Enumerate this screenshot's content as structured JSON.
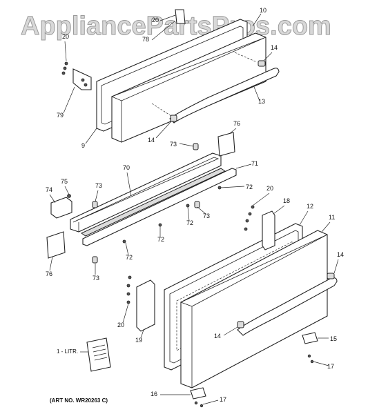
{
  "watermark": "AppliancePartsPros.com",
  "art_number": "(ART NO. WR20263 C)",
  "manual_label": "1 - LITR.",
  "callouts": {
    "c20a": "20",
    "c78": "78",
    "c10": "10",
    "c20b": "20",
    "c14a": "14",
    "c79": "79",
    "c13": "13",
    "c9": "9",
    "c14b": "14",
    "c76a": "76",
    "c73a": "73",
    "c71": "71",
    "c70": "70",
    "c74": "74",
    "c75": "75",
    "c73b": "73",
    "c72a": "72",
    "c20c": "20",
    "c18": "18",
    "c12": "12",
    "c11": "11",
    "c72b": "72",
    "c73c": "73",
    "c72c": "72",
    "c72d": "72",
    "c76b": "76",
    "c73d": "73",
    "c14c": "14",
    "c20d": "20",
    "c19": "19",
    "c14d": "14",
    "c15": "15",
    "c17a": "17",
    "c16": "16",
    "c17b": "17"
  }
}
